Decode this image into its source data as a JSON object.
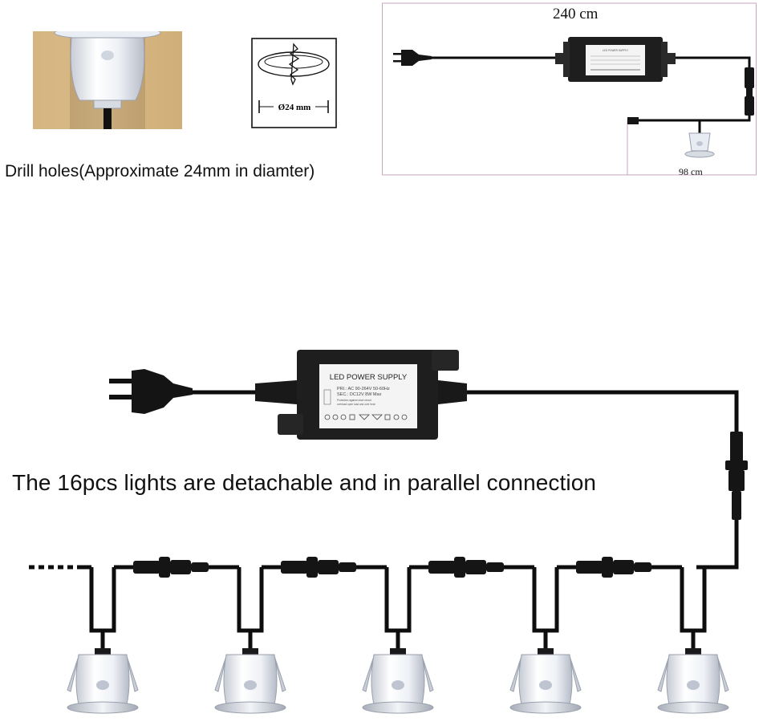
{
  "drill": {
    "diagram_label": "Ø24 mm",
    "caption": "Drill holes(Approximate 24mm in diamter)"
  },
  "small_wiring": {
    "cable_length_label": "240 cm",
    "branch_length_label": "98 cm",
    "psu_label": "LED POWER SUPPLY"
  },
  "main_wiring": {
    "psu_label": "LED POWER SUPPLY",
    "psu_spec_lines": [
      "PRI.: AC 90-264V  50-60Hz",
      "SEC.: DC12V        8W Max",
      "Protection against short circuit",
      "overload open load and over heat"
    ],
    "caption": "The 16pcs lights are detachable and in parallel connection",
    "lights_shown": 5
  },
  "colors": {
    "background": "#ffffff",
    "cable": "#0d0d0d",
    "psu_body": "#1e1e1e",
    "psu_label_bg": "#f4f4f4",
    "wood": "#d9ba8a",
    "dimension_lines": "#c9a6c0"
  }
}
